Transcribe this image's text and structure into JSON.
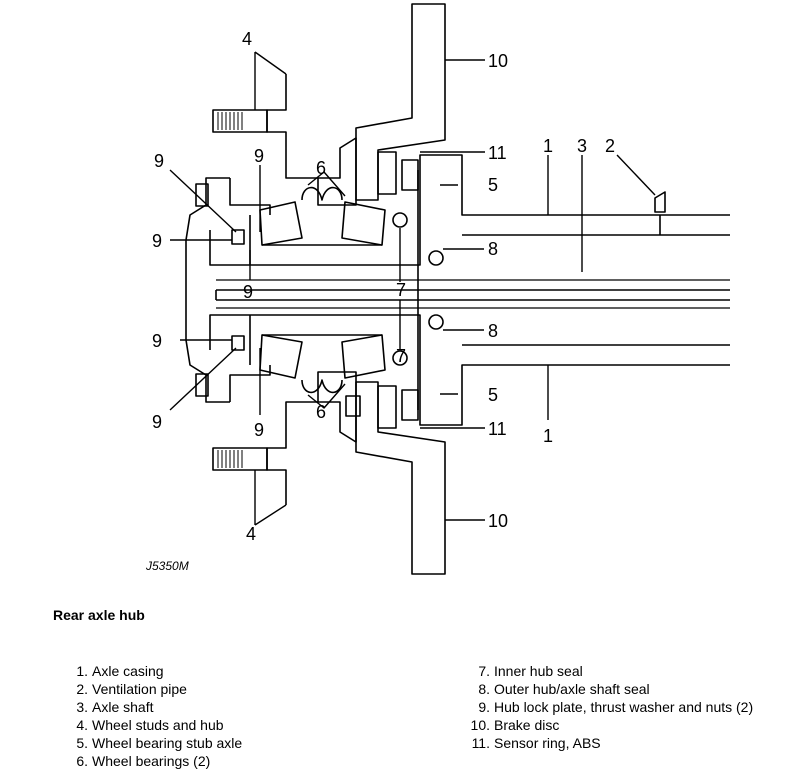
{
  "figure": {
    "code": "J5350M",
    "callouts": {
      "c1_top": "1",
      "c1_bottom": "1",
      "c2": "2",
      "c3": "3",
      "c4_top": "4",
      "c4_bottom": "4",
      "c5_top": "5",
      "c5_bottom": "5",
      "c6_top": "6",
      "c6_bottom": "6",
      "c7_top": "7",
      "c7_bottom": "7",
      "c8_top": "8",
      "c8_bottom": "8",
      "c9_a": "9",
      "c9_b": "9",
      "c9_c": "9",
      "c9_d": "9",
      "c9_e": "9",
      "c9_f": "9",
      "c9_g": "9",
      "c10_top": "10",
      "c10_bottom": "10",
      "c11_top": "11",
      "c11_bottom": "11"
    }
  },
  "caption": {
    "title": "Rear axle hub"
  },
  "legend": {
    "left": [
      {
        "num": "1.",
        "text": "Axle casing"
      },
      {
        "num": "2.",
        "text": "Ventilation pipe"
      },
      {
        "num": "3.",
        "text": "Axle shaft"
      },
      {
        "num": "4.",
        "text": "Wheel studs and hub"
      },
      {
        "num": "5.",
        "text": "Wheel bearing stub axle"
      },
      {
        "num": "6.",
        "text": "Wheel bearings (2)"
      }
    ],
    "right": [
      {
        "num": "7.",
        "text": "Inner hub seal"
      },
      {
        "num": "8.",
        "text": "Outer hub/axle shaft seal"
      },
      {
        "num": "9.",
        "text": "Hub lock plate, thrust washer and nuts (2)"
      },
      {
        "num": "10.",
        "text": "Brake disc"
      },
      {
        "num": "11.",
        "text": "Sensor ring, ABS"
      }
    ]
  }
}
